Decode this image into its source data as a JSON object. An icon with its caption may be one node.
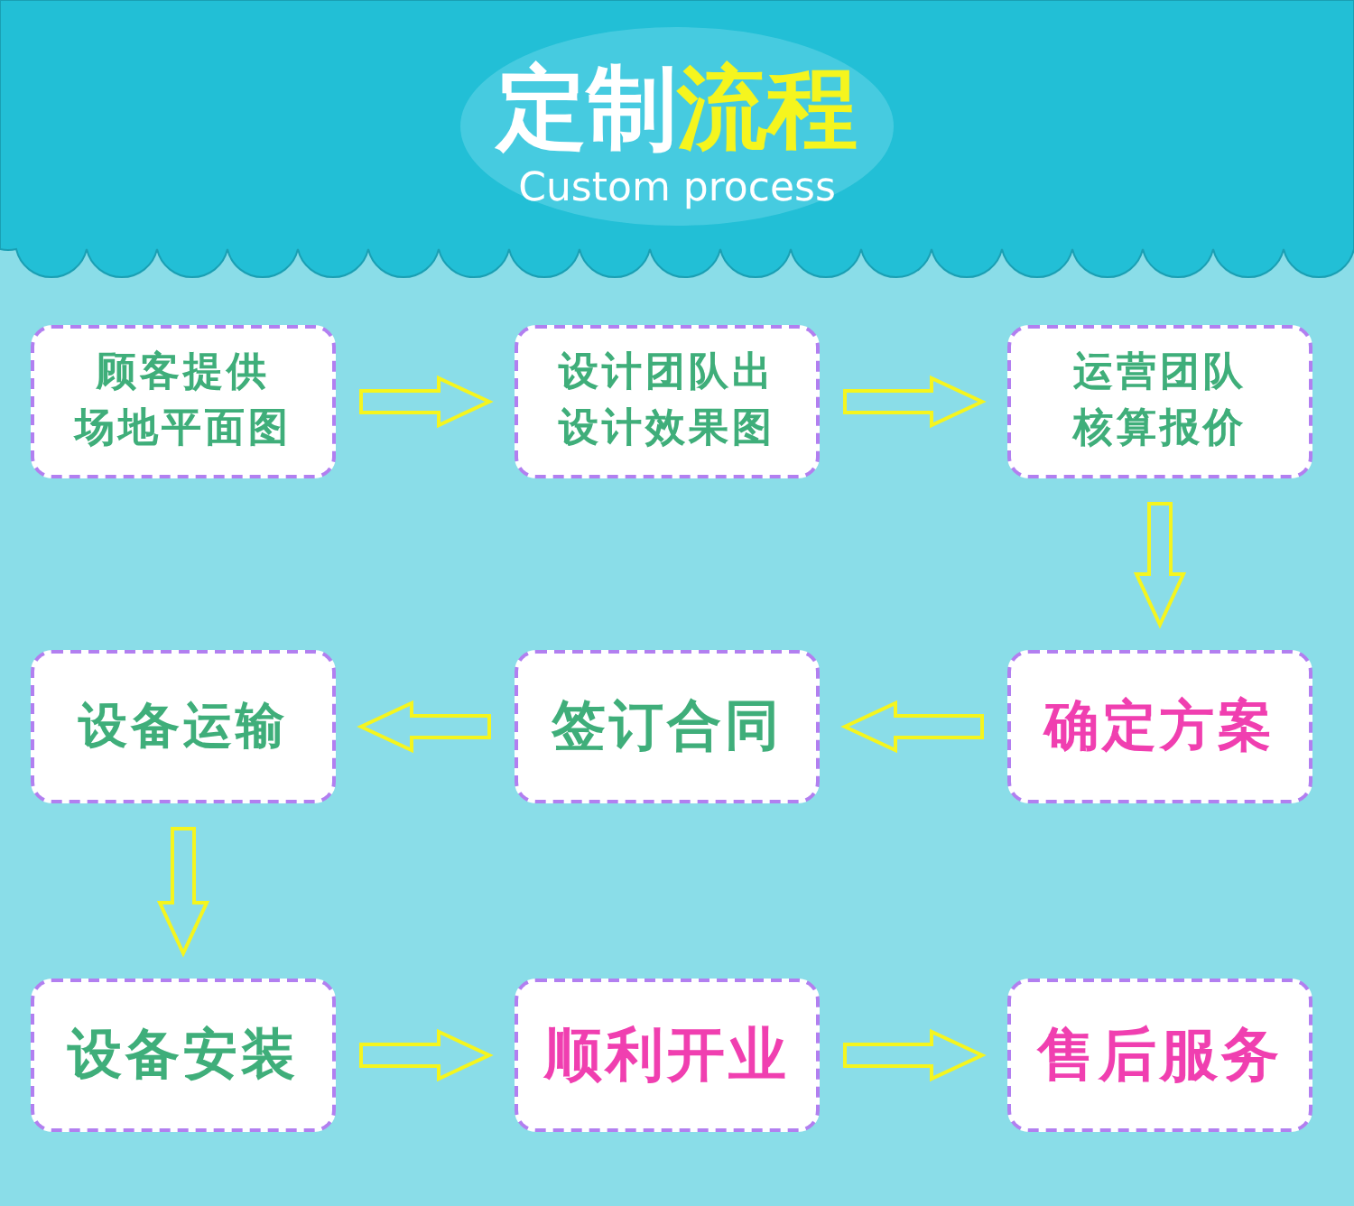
{
  "diagram": {
    "title": "定制流程",
    "nodes": [
      {
        "text": [
          "顾客提供场地平面图"
        ]
      },
      {
        "text": [
          "设计团队出设计效果图"
        ]
      },
      {
        "text": [
          "运营团队核算报价"
        ]
      },
      {
        "text": [
          "确定方案"
        ]
      },
      {
        "text": [
          "签订合同"
        ]
      },
      {
        "text": [
          "设备运输"
        ]
      },
      {
        "text": [
          "设备安装"
        ]
      },
      {
        "text": [
          "顺利开业"
        ]
      },
      {
        "text": [
          "售后服务"
        ]
      }
    ],
    "edges": [
      {
        "from": 0,
        "to": 1,
        "arrow": "to"
      },
      {
        "from": 1,
        "to": 2,
        "arrow": "to"
      },
      {
        "from": 2,
        "to": 3,
        "arrow": "to"
      },
      {
        "from": 3,
        "to": 4,
        "arrow": "to"
      },
      {
        "from": 4,
        "to": 5,
        "arrow": "to"
      },
      {
        "from": 5,
        "to": 6,
        "arrow": "to"
      },
      {
        "from": 6,
        "to": 7,
        "arrow": "to"
      },
      {
        "from": 7,
        "to": 8,
        "arrow": "to"
      }
    ],
    "labels": [
      "Custom process"
    ]
  }
}
